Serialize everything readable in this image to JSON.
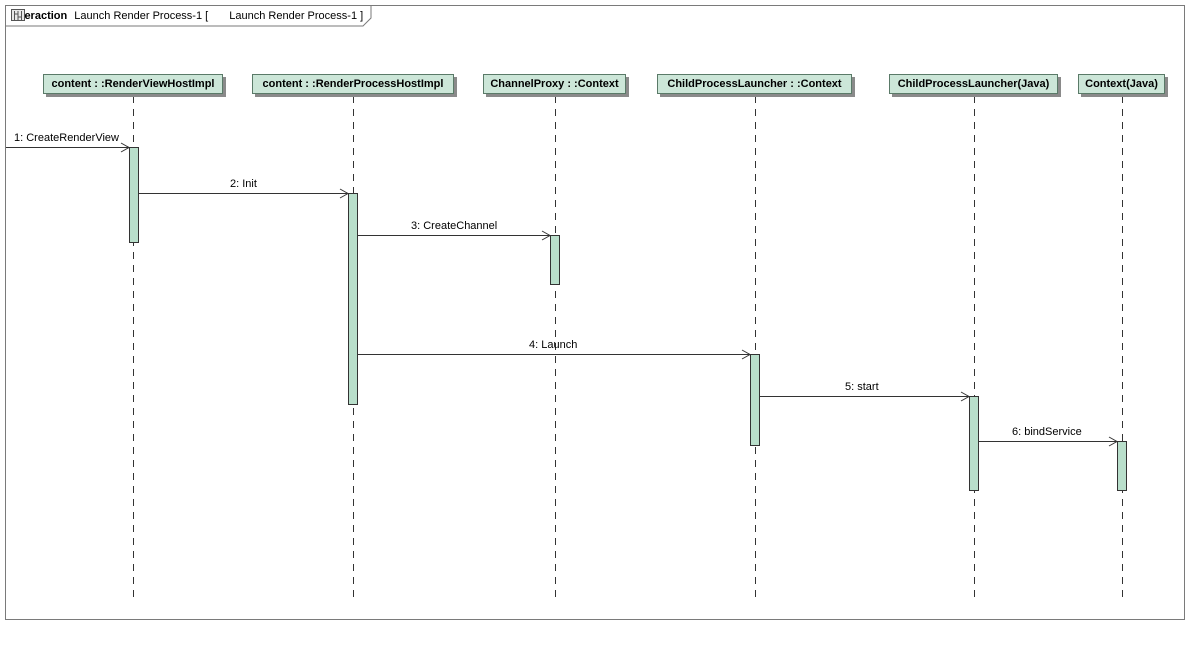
{
  "frame": {
    "keyword": "interaction",
    "name": "Launch Render Process-1",
    "open_bracket": "[",
    "ref_name": "Launch Render Process-1",
    "close_bracket": "]",
    "icon": "sequence-diagram-icon"
  },
  "lifelines": [
    {
      "id": "rvh",
      "label": "content : :RenderViewHostImpl"
    },
    {
      "id": "rph",
      "label": "content : :RenderProcessHostImpl"
    },
    {
      "id": "cp",
      "label": "ChannelProxy : :Context"
    },
    {
      "id": "cpl",
      "label": "ChildProcessLauncher : :Context"
    },
    {
      "id": "cplj",
      "label": "ChildProcessLauncher(Java)"
    },
    {
      "id": "ctxj",
      "label": "Context(Java)"
    }
  ],
  "messages": [
    {
      "label": "1:  CreateRenderView",
      "from": null,
      "to": "rvh"
    },
    {
      "label": "2:  Init",
      "from": "rvh",
      "to": "rph"
    },
    {
      "label": "3:  CreateChannel",
      "from": "rph",
      "to": "cp"
    },
    {
      "label": "4:  Launch",
      "from": "rph",
      "to": "cpl"
    },
    {
      "label": "5:  start",
      "from": "cpl",
      "to": "cplj"
    },
    {
      "label": "6:  bindService",
      "from": "cplj",
      "to": "ctxj"
    }
  ],
  "colors": {
    "head_fill": "#cce6d8",
    "activation_fill": "#b9dfcb",
    "line": "#333333"
  }
}
